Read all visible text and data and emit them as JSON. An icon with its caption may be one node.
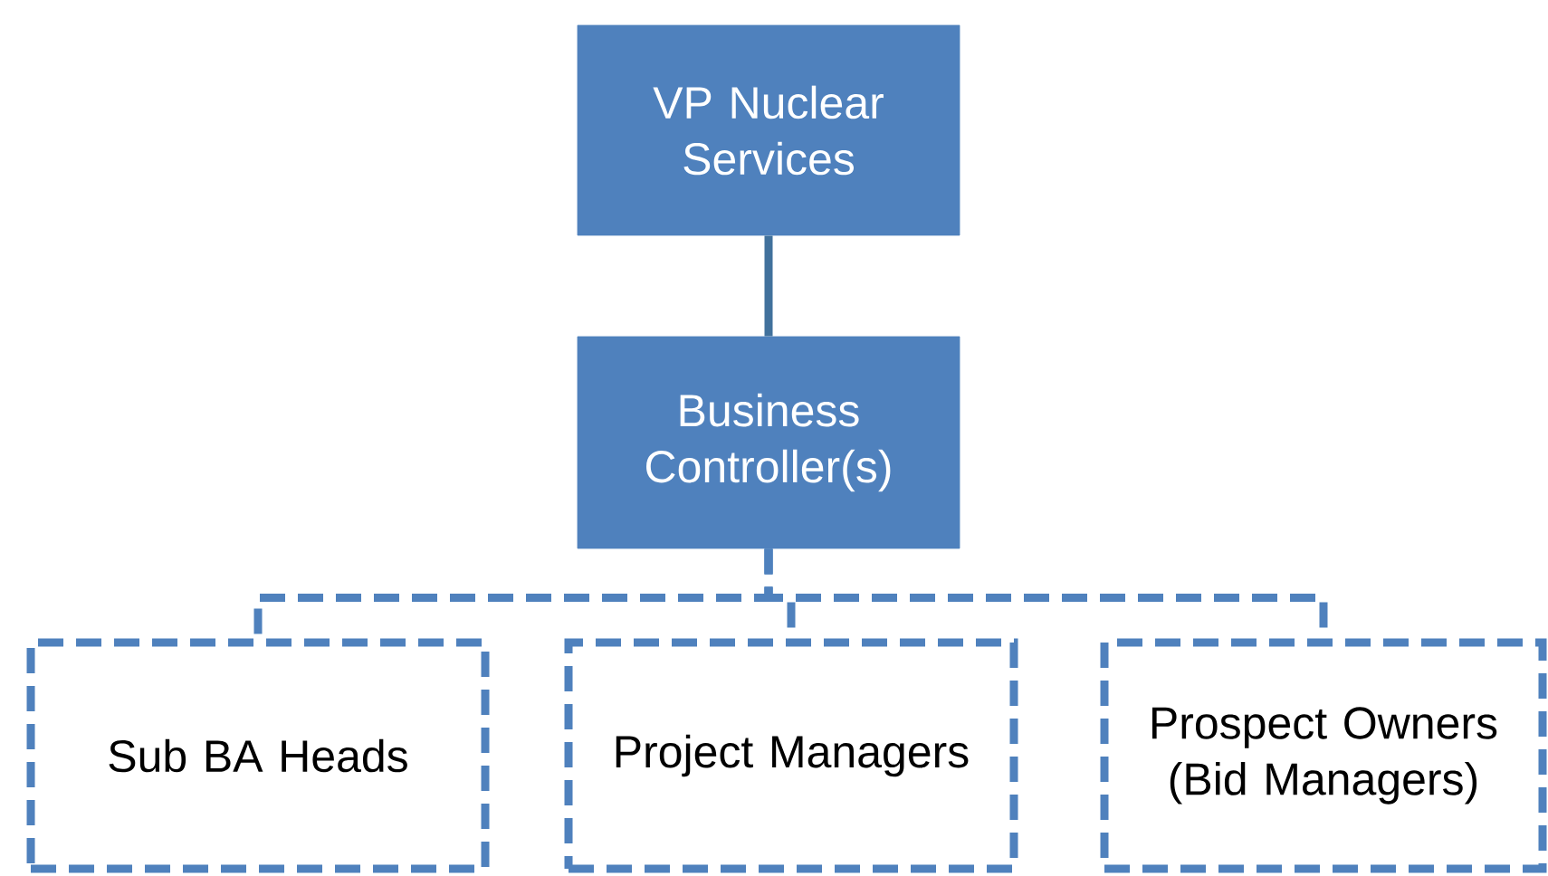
{
  "diagram": {
    "nodes": [
      {
        "text": [
          "VP Nuclear Services"
        ]
      },
      {
        "text": [
          "Business Controller(s)"
        ]
      },
      {
        "text": [
          "Sub BA Heads"
        ]
      },
      {
        "text": [
          "Project Managers"
        ]
      },
      {
        "text": [
          "Prospect Owners (Bid Managers)"
        ]
      }
    ],
    "edges": [
      {
        "from": 0,
        "to": 1,
        "arrow": "none",
        "color": "#41719c"
      },
      {
        "from": 1,
        "to": 2,
        "arrow": "none",
        "style": "dashed"
      },
      {
        "from": 1,
        "to": 3,
        "arrow": "none",
        "style": "dashed"
      },
      {
        "from": 1,
        "to": 4,
        "arrow": "none",
        "style": "dashed"
      }
    ]
  }
}
